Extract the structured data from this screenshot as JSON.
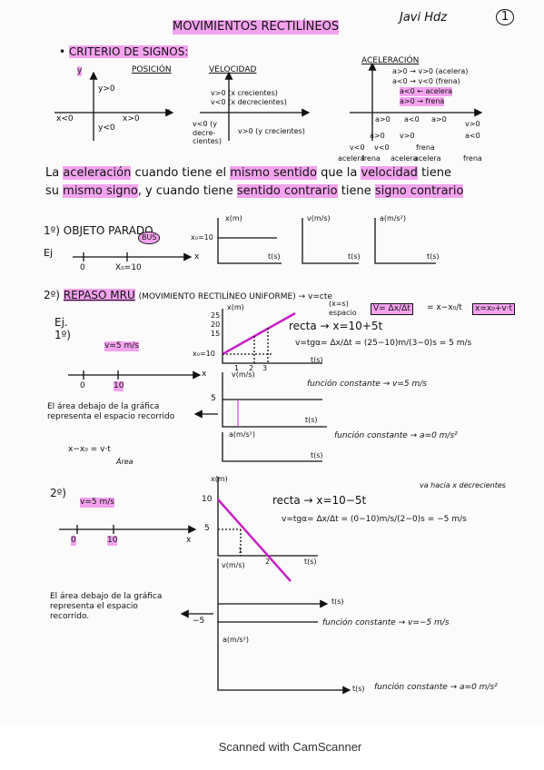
{
  "header": {
    "title": "MOVIMIENTOS RECTILÍNEOS",
    "signature": "Javi Hdz",
    "page_number": "1"
  },
  "signs": {
    "heading": "CRITERIO DE SIGNOS:",
    "position": {
      "title": "POSICIÓN",
      "y": "y",
      "y_pos": "y>0",
      "y_neg": "y<0",
      "x_neg": "x<0",
      "x_pos": "x>0",
      "x": "x"
    },
    "velocity": {
      "title": "VELOCIDAD",
      "y": "y",
      "vx_pos": "v>0 (x crecientes)",
      "vx_neg": "v<0 (x decrecientes)",
      "x": "x",
      "vy_neg": "v<0 (y decre-cientes)",
      "vy_pos": "v>0 (y crecientes)"
    },
    "acceleration": {
      "title": "ACELERACIÓN",
      "y": "y",
      "rows": [
        "a>0 → v>0 (acelera)",
        "a<0 → v<0 (frena)",
        "a<0 ← acelera",
        "a>0 → frena"
      ],
      "a_pos": "a>0",
      "a_lt": "a<0",
      "a_gt": "a>0",
      "labels": [
        "v>0",
        "a<0",
        "v>0",
        "v<0",
        "a>0",
        "v<0",
        "frena",
        "acelera",
        "acelera",
        "frena",
        "acelera",
        "frena"
      ]
    }
  },
  "rule": {
    "part1": "La ",
    "w1": "aceleración",
    "part2": " cuando tiene el ",
    "w2": "mismo sentido",
    "part3": " que la ",
    "w3": "velocidad",
    "part4": " tiene",
    "part5": "su ",
    "w4": "mismo signo",
    "part6": ", y cuando tiene ",
    "w5": "sentido contrario",
    "part7": " tiene ",
    "w6": "signo contrario"
  },
  "still": {
    "heading": "1º) OBJETO PARADO",
    "ej": "Ej",
    "bus": "BUS",
    "zero": "0",
    "x0": "X₀=10",
    "x": "x",
    "g1_y": "x(m)",
    "g1_val": "x₀=10",
    "g1_t": "t(s)",
    "g2_y": "v(m/s)",
    "g2_t": "t(s)",
    "g3_y": "a(m/s²)",
    "g3_t": "t(s)"
  },
  "mru": {
    "heading_num": "2º)",
    "heading": "REPASO MRU",
    "heading_rest": "(MOVIMIENTO RECTILÍNEO UNIFORME) → v=cte",
    "formula1": "V= Δx/Δt",
    "formula2": "= x−x₀/t",
    "formula3": "x=x₀+v·t",
    "formula_note": "(x=s) espacio",
    "ex1": {
      "label": "Ej. 1º)",
      "speed": "v=5 m/s",
      "zero": "0",
      "ten": "10",
      "x": "x",
      "g1_y": "x(m)",
      "g1_ticks": [
        "25",
        "20",
        "15",
        "x₀=10"
      ],
      "g1_t": "t(s)",
      "g1_tt": [
        "1",
        "2",
        "3"
      ],
      "recta": "recta → x=10+5t",
      "slope": "v=tgα= Δx/Δt = (25−10)m/(3−0)s = 5 m/s",
      "g2_y": "v(m/s)",
      "g2_val": "5",
      "g2_t": "t(s)",
      "func_v": "función constante → v=5 m/s",
      "area_note": "El área debajo de la gráfica representa el espacio recorrido",
      "area_eq": "x−x₀ = v·t",
      "area_word": "Área",
      "g3_y": "a(m/s²)",
      "g3_t": "t(s)",
      "func_a": "función constante → a=0 m/s²"
    },
    "ex2": {
      "label": "2º)",
      "speed": "v=5 m/s",
      "zero": "0",
      "ten": "10",
      "x": "x",
      "g1_y": "x(m)",
      "g1_ticks": [
        "10",
        "5"
      ],
      "g1_t": "t(s)",
      "g1_tt": [
        "1",
        "2"
      ],
      "recta": "recta → x=10−5t",
      "note": "va hacia x decrecientes",
      "slope": "v=tgα= Δx/Δt = (0−10)m/s/(2−0)s = −5 m/s",
      "g2_y": "v(m/s)",
      "g2_val": "−5",
      "g2_t": "t(s)",
      "func_v": "función constante → v=−5 m/s",
      "area_note": "El área debajo de la gráfica representa el espacio recorrido.",
      "g3_y": "a(m/s²)",
      "g3_t": "t(s)",
      "func_a": "función constante → a=0 m/s²"
    }
  },
  "footer": "Scanned with CamScanner",
  "colors": {
    "highlight": "#f3a3ee",
    "ink": "#111111",
    "line": "#c61fc4"
  }
}
